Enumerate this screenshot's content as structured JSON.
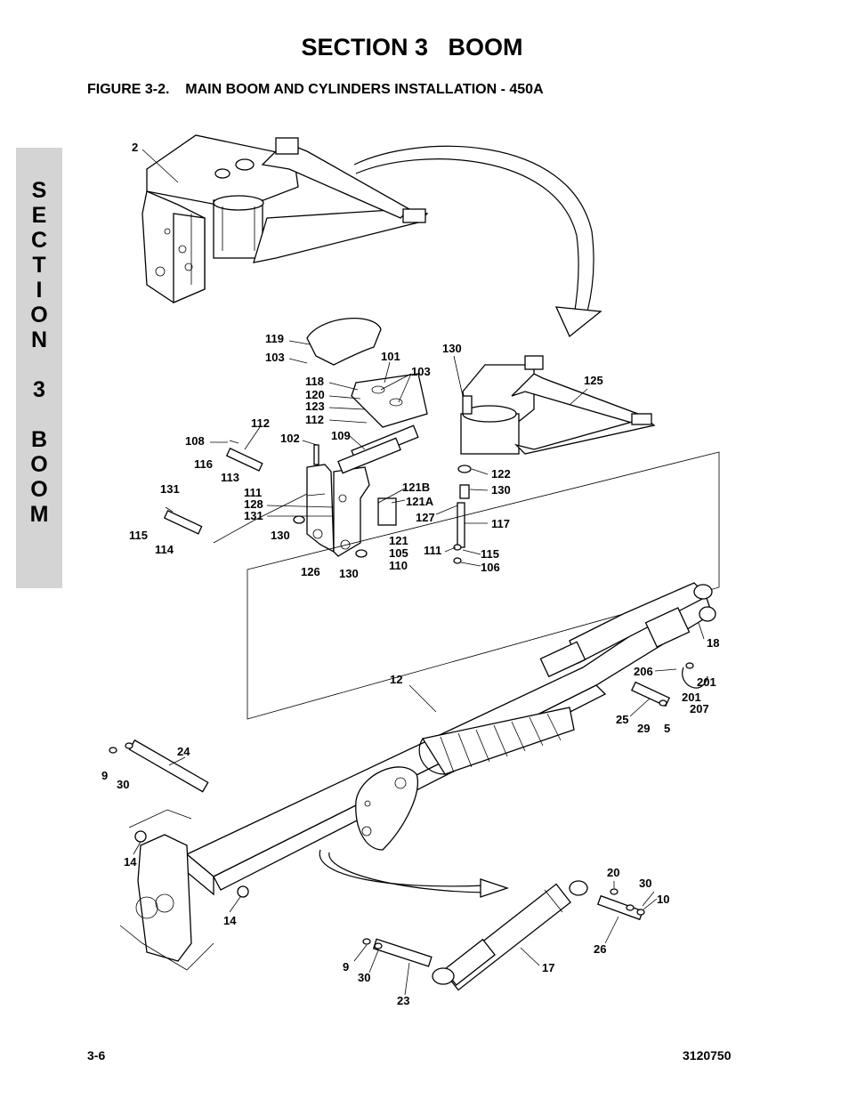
{
  "header": {
    "section_title": "SECTION 3   BOOM",
    "figure_title": "FIGURE 3-2.    MAIN BOOM AND CYLINDERS INSTALLATION - 450A"
  },
  "side_tab": {
    "letters": [
      "S",
      "E",
      "C",
      "T",
      "I",
      "O",
      "N",
      "3",
      "B",
      "O",
      "O",
      "M"
    ]
  },
  "callouts": [
    "2",
    "119",
    "103",
    "101",
    "103",
    "130",
    "118",
    "120",
    "123",
    "112",
    "125",
    "112",
    "108",
    "102",
    "109",
    "116",
    "113",
    "111",
    "128",
    "131",
    "131",
    "121B",
    "121A",
    "122",
    "130",
    "127",
    "117",
    "115",
    "114",
    "130",
    "121",
    "105",
    "110",
    "111",
    "115",
    "106",
    "126",
    "130",
    "18",
    "206",
    "201",
    "201",
    "207",
    "12",
    "25",
    "29",
    "5",
    "24",
    "9",
    "30",
    "14",
    "14",
    "20",
    "30",
    "10",
    "26",
    "17",
    "9",
    "30",
    "23"
  ],
  "footer": {
    "page_number": "3-6",
    "doc_number": "3120750"
  }
}
